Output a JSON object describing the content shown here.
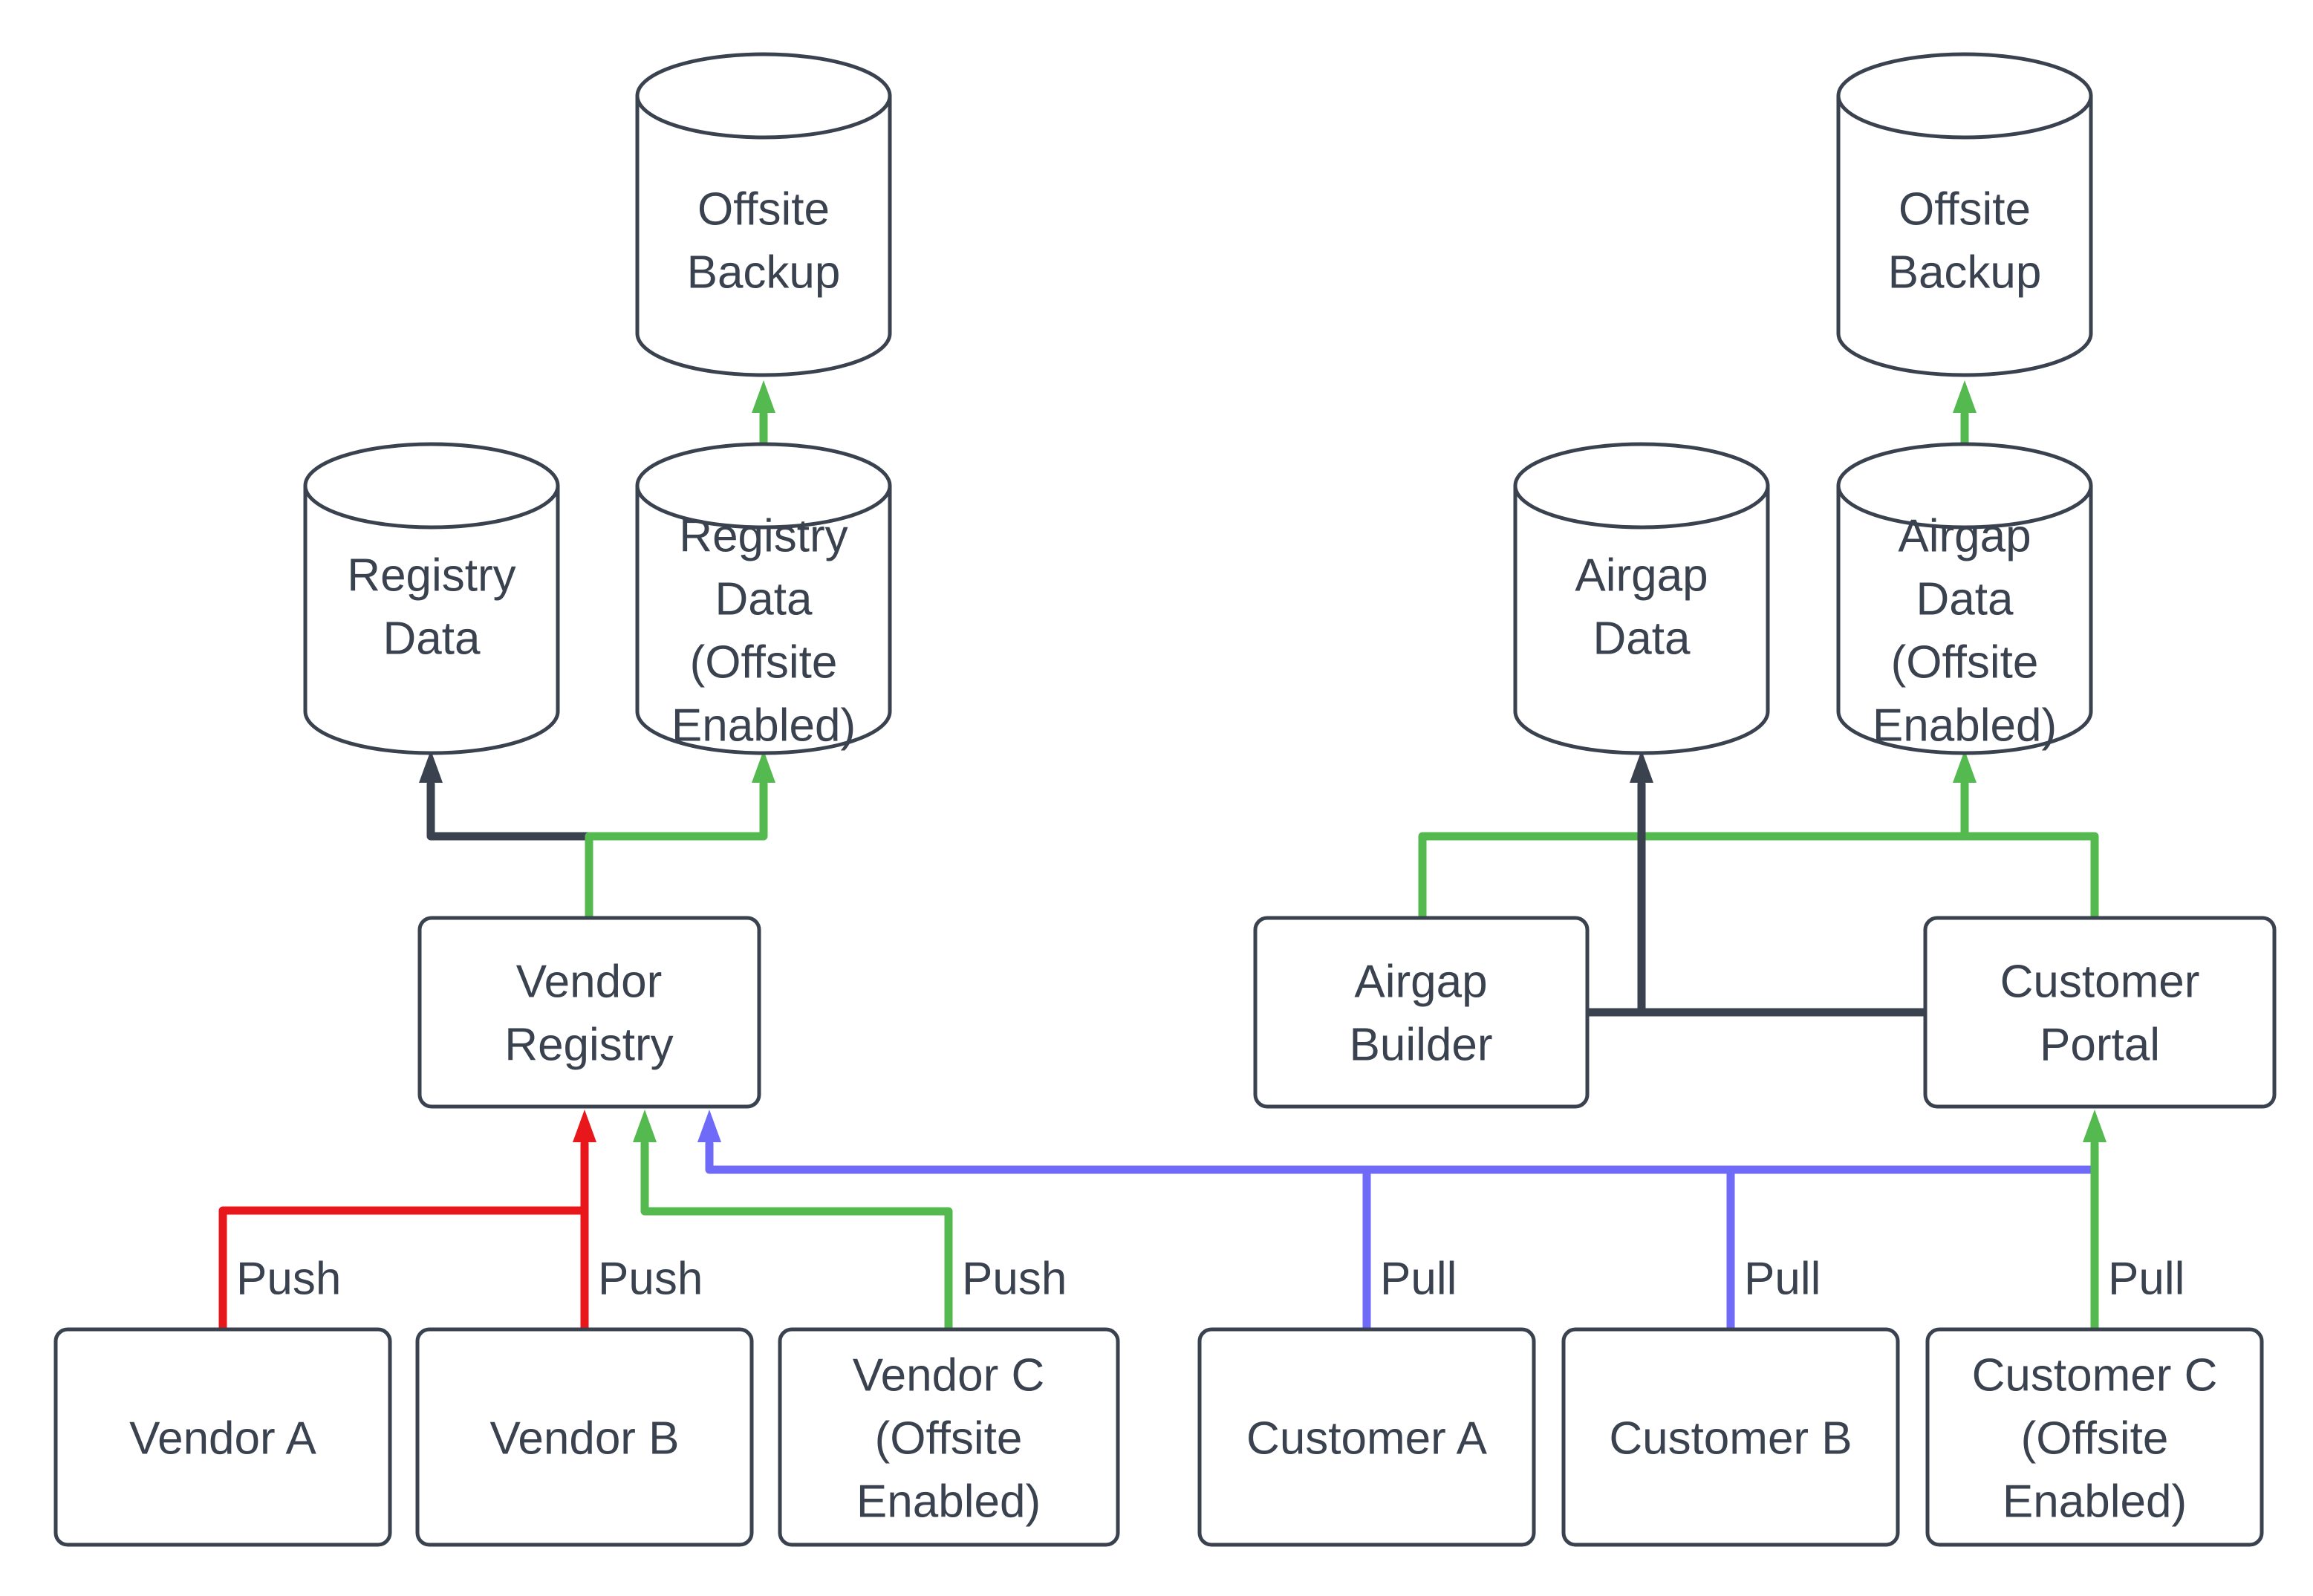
{
  "diagram": {
    "type": "flow-diagram",
    "description_visible_structure": "vendor push / customer pull registry architecture with offsite backups and airgap data"
  },
  "colors": {
    "background": "#ffffff",
    "node_border": "#39424e",
    "node_fill": "#ffffff",
    "text": "#39424e",
    "push_red": "#e8171c",
    "flow_green": "#54b94e",
    "pull_blue": "#6f6af7",
    "dark_flow": "#39424e"
  },
  "nodes": {
    "offsite_backup_left": {
      "shape": "cylinder",
      "lines": [
        "Offsite",
        "Backup"
      ]
    },
    "registry_data": {
      "shape": "cylinder",
      "lines": [
        "Registry",
        "Data"
      ]
    },
    "registry_data_offsite": {
      "shape": "cylinder",
      "lines": [
        "Registry",
        "Data",
        "(Offsite",
        "Enabled)"
      ]
    },
    "vendor_registry": {
      "shape": "box",
      "lines": [
        "Vendor",
        "Registry"
      ]
    },
    "vendor_a": {
      "shape": "box",
      "lines": [
        "Vendor A"
      ]
    },
    "vendor_b": {
      "shape": "box",
      "lines": [
        "Vendor B"
      ]
    },
    "vendor_c": {
      "shape": "box",
      "lines": [
        "Vendor C",
        "(Offsite",
        "Enabled)"
      ]
    },
    "airgap_data": {
      "shape": "cylinder",
      "lines": [
        "Airgap",
        "Data"
      ]
    },
    "airgap_data_offsite": {
      "shape": "cylinder",
      "lines": [
        "Airgap",
        "Data",
        "(Offsite",
        "Enabled)"
      ]
    },
    "offsite_backup_right": {
      "shape": "cylinder",
      "lines": [
        "Offsite",
        "Backup"
      ]
    },
    "airgap_builder": {
      "shape": "box",
      "lines": [
        "Airgap",
        "Builder"
      ]
    },
    "customer_portal": {
      "shape": "box",
      "lines": [
        "Customer",
        "Portal"
      ]
    },
    "customer_a": {
      "shape": "box",
      "lines": [
        "Customer A"
      ]
    },
    "customer_b": {
      "shape": "box",
      "lines": [
        "Customer B"
      ]
    },
    "customer_c": {
      "shape": "box",
      "lines": [
        "Customer C",
        "(Offsite",
        "Enabled)"
      ]
    }
  },
  "flow_labels": [
    {
      "edge": "vendor-a-to-vendor-registry",
      "text": "Push"
    },
    {
      "edge": "vendor-b-to-vendor-registry",
      "text": "Push"
    },
    {
      "edge": "vendor-c-to-vendor-registry",
      "text": "Push"
    },
    {
      "edge": "customer-a-pull",
      "text": "Pull"
    },
    {
      "edge": "customer-b-pull",
      "text": "Pull"
    },
    {
      "edge": "customer-c-pull",
      "text": "Pull"
    }
  ],
  "edges": [
    {
      "from": "vendor_a",
      "to": "vendor_registry",
      "color_role": "push_red",
      "label": "Push"
    },
    {
      "from": "vendor_b",
      "to": "vendor_registry",
      "color_role": "push_red",
      "label": "Push"
    },
    {
      "from": "vendor_c",
      "to": "vendor_registry",
      "color_role": "flow_green",
      "label": "Push"
    },
    {
      "from": "vendor_registry",
      "to": "registry_data",
      "color_role": "dark_flow",
      "label": ""
    },
    {
      "from": "vendor_registry",
      "to": "registry_data_offsite",
      "color_role": "flow_green",
      "label": ""
    },
    {
      "from": "registry_data_offsite",
      "to": "offsite_backup_left",
      "color_role": "flow_green",
      "label": ""
    },
    {
      "from": "customer_pull_line",
      "to": "vendor_registry",
      "color_role": "pull_blue",
      "label": ""
    },
    {
      "from": "customer_a",
      "to": "pull_line",
      "color_role": "pull_blue",
      "label": "Pull"
    },
    {
      "from": "customer_b",
      "to": "pull_line",
      "color_role": "pull_blue",
      "label": "Pull"
    },
    {
      "from": "customer_c",
      "to": "customer_portal",
      "color_role": "flow_green",
      "label": "Pull"
    },
    {
      "from": "airgap_builder",
      "to": "airgap_data",
      "color_role": "dark_flow",
      "label": ""
    },
    {
      "from": "customer_portal",
      "to": "airgap_data",
      "color_role": "dark_flow",
      "label": ""
    },
    {
      "from": "airgap_builder",
      "to": "airgap_data_offsite",
      "color_role": "flow_green",
      "label": ""
    },
    {
      "from": "customer_portal",
      "to": "airgap_data_offsite",
      "color_role": "flow_green",
      "label": ""
    },
    {
      "from": "airgap_data_offsite",
      "to": "offsite_backup_right",
      "color_role": "flow_green",
      "label": ""
    }
  ]
}
